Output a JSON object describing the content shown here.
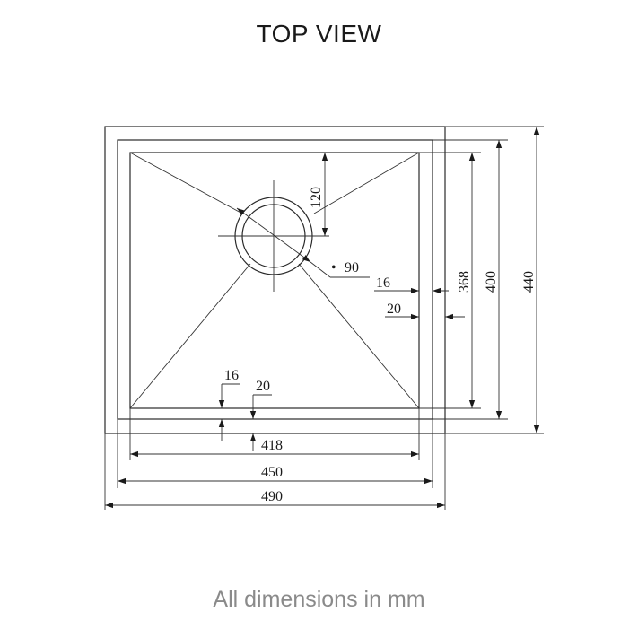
{
  "title": "TOP VIEW",
  "footer": "All dimensions in mm",
  "dimensions": {
    "width_inner": "418",
    "width_middle": "450",
    "width_outer": "490",
    "height_inner": "368",
    "height_middle": "400",
    "height_outer": "440",
    "drain_offset": "120",
    "drain_diameter": "90",
    "drain_diameter_symbol": "•",
    "rim_right_16": "16",
    "rim_right_20": "20",
    "rim_bottom_16": "16",
    "rim_bottom_20": "20"
  }
}
